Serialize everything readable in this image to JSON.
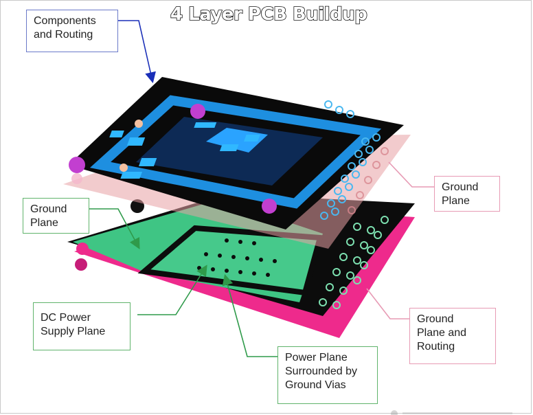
{
  "title": "4 Layer PCB Buildup",
  "callouts": {
    "components_routing": [
      "Components",
      "and Routing"
    ],
    "ground_plane_top": [
      "Ground",
      "Plane"
    ],
    "ground_plane_left": [
      "Ground",
      "Plane"
    ],
    "dc_power": [
      "DC Power",
      "Supply Plane"
    ],
    "ground_plane_routing": [
      "Ground",
      "Plane and",
      "Routing"
    ],
    "power_plane_vias": [
      "Power Plane",
      "Surrounded by",
      "Ground Vias"
    ]
  },
  "colors": {
    "top_layer": "#0a0a0a",
    "routing_blue": "#1e8fe0",
    "ground_pink": "#e8a0a4",
    "power_green": "#3fc584",
    "bottom_magenta": "#ee2a8c",
    "arrow_blue": "#1a2fb8",
    "arrow_green": "#2f9a4a",
    "arrow_pink": "#e79ab4"
  }
}
